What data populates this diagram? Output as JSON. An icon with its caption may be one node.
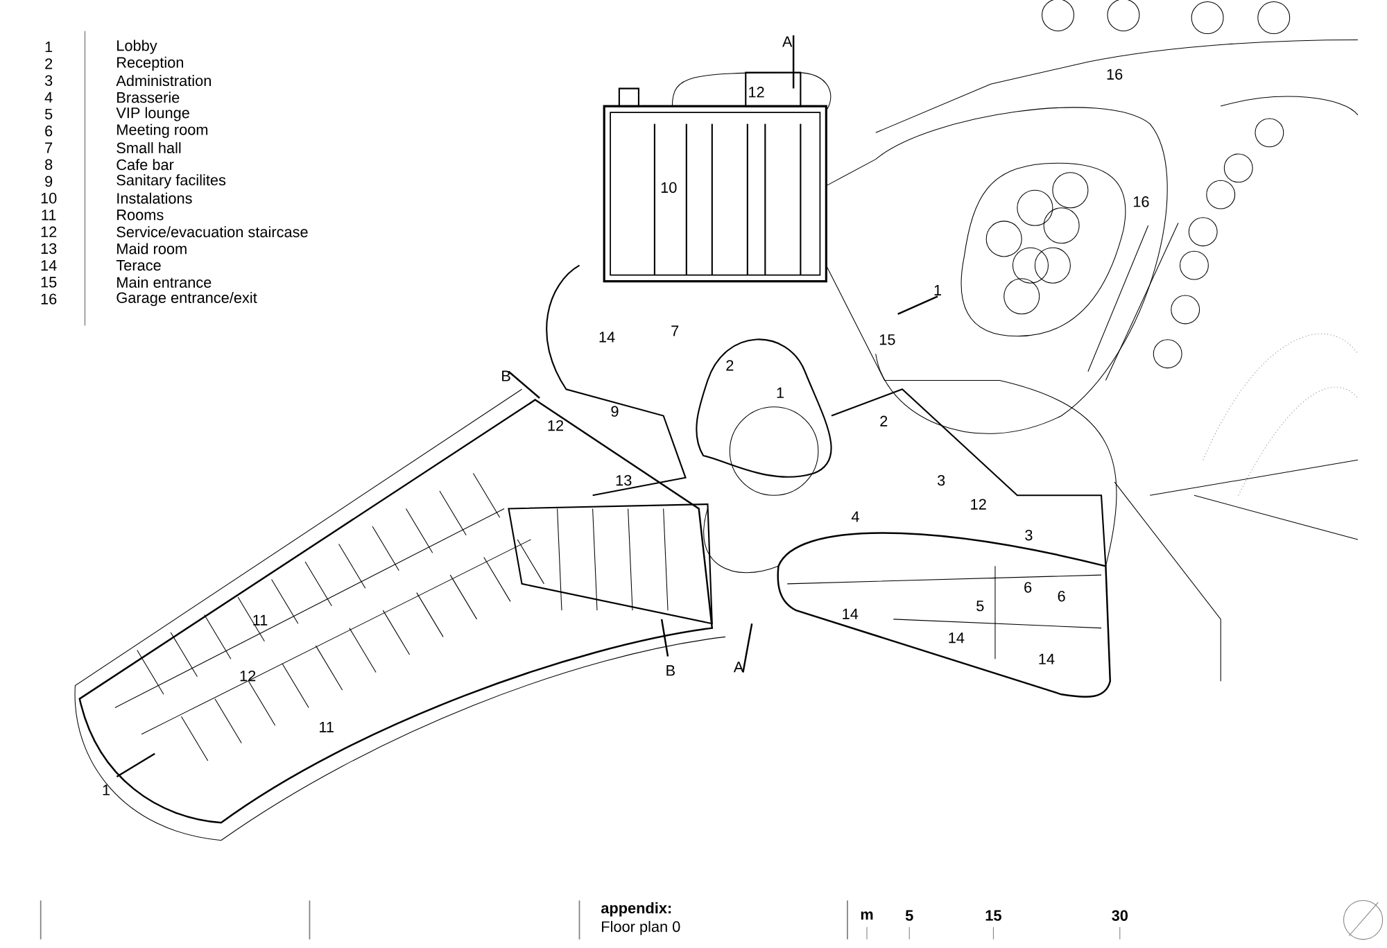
{
  "diagram": {
    "labels": [
      "1",
      "Lobby",
      "2",
      "Reception",
      "3",
      "Administration",
      "4",
      "Brasserie",
      "5",
      "VIP lounge",
      "6",
      "Meeting room",
      "7",
      "Small hall",
      "8",
      "Cafe bar",
      "9",
      "Sanitary facilites",
      "10",
      "Instalations",
      "11",
      "Rooms",
      "12",
      "Service/evacuation staircase",
      "13",
      "Maid room",
      "14",
      "Terace",
      "15",
      "Main entrance",
      "16",
      "Garage entrance/exit",
      "A",
      "12",
      "16",
      "10",
      "16",
      "1",
      "15",
      "7",
      "14",
      "B",
      "2",
      "1",
      "9",
      "2",
      "12",
      "13",
      "3",
      "12",
      "3",
      "4",
      "5",
      "6",
      "6",
      "14",
      "14",
      "11",
      "12",
      "B",
      "A",
      "14",
      "11",
      "1",
      "appendix:",
      "Floor plan 0",
      "m",
      "5",
      "15",
      "30"
    ]
  }
}
